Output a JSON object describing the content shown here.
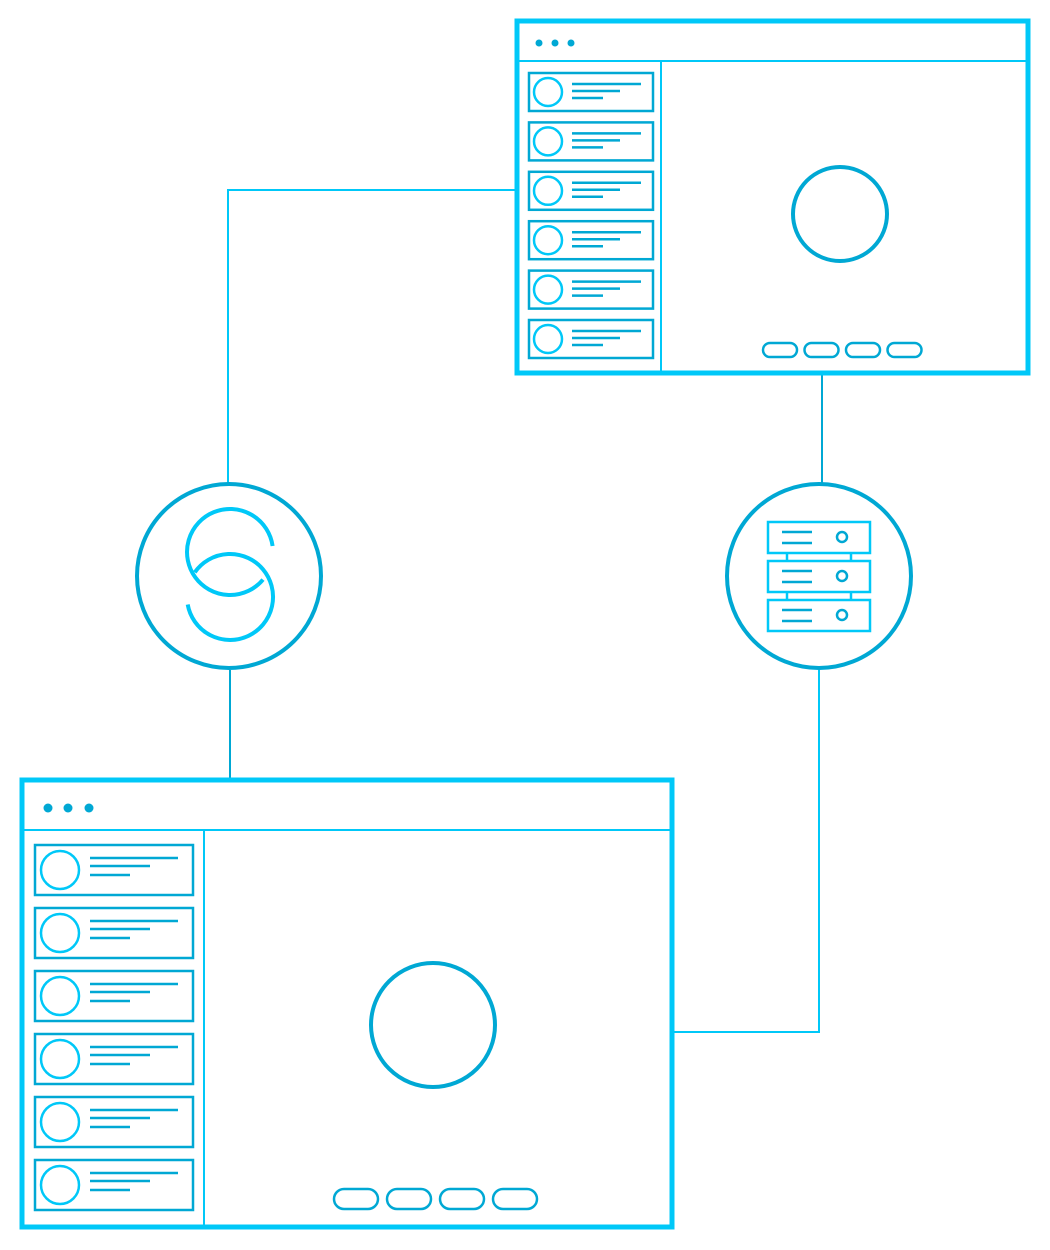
{
  "colors": {
    "primary": "#00c8f8",
    "secondary": "#00a8d4",
    "background": "#ffffff"
  },
  "icons": {
    "sync": "sync-icon",
    "server": "server-icon",
    "window_dots": "window-controls-icon",
    "avatar": "avatar-icon"
  },
  "windows": [
    {
      "name": "top-app-window",
      "list_items": 6,
      "pager_buttons": 4
    },
    {
      "name": "bottom-app-window",
      "list_items": 6,
      "pager_buttons": 4
    }
  ]
}
